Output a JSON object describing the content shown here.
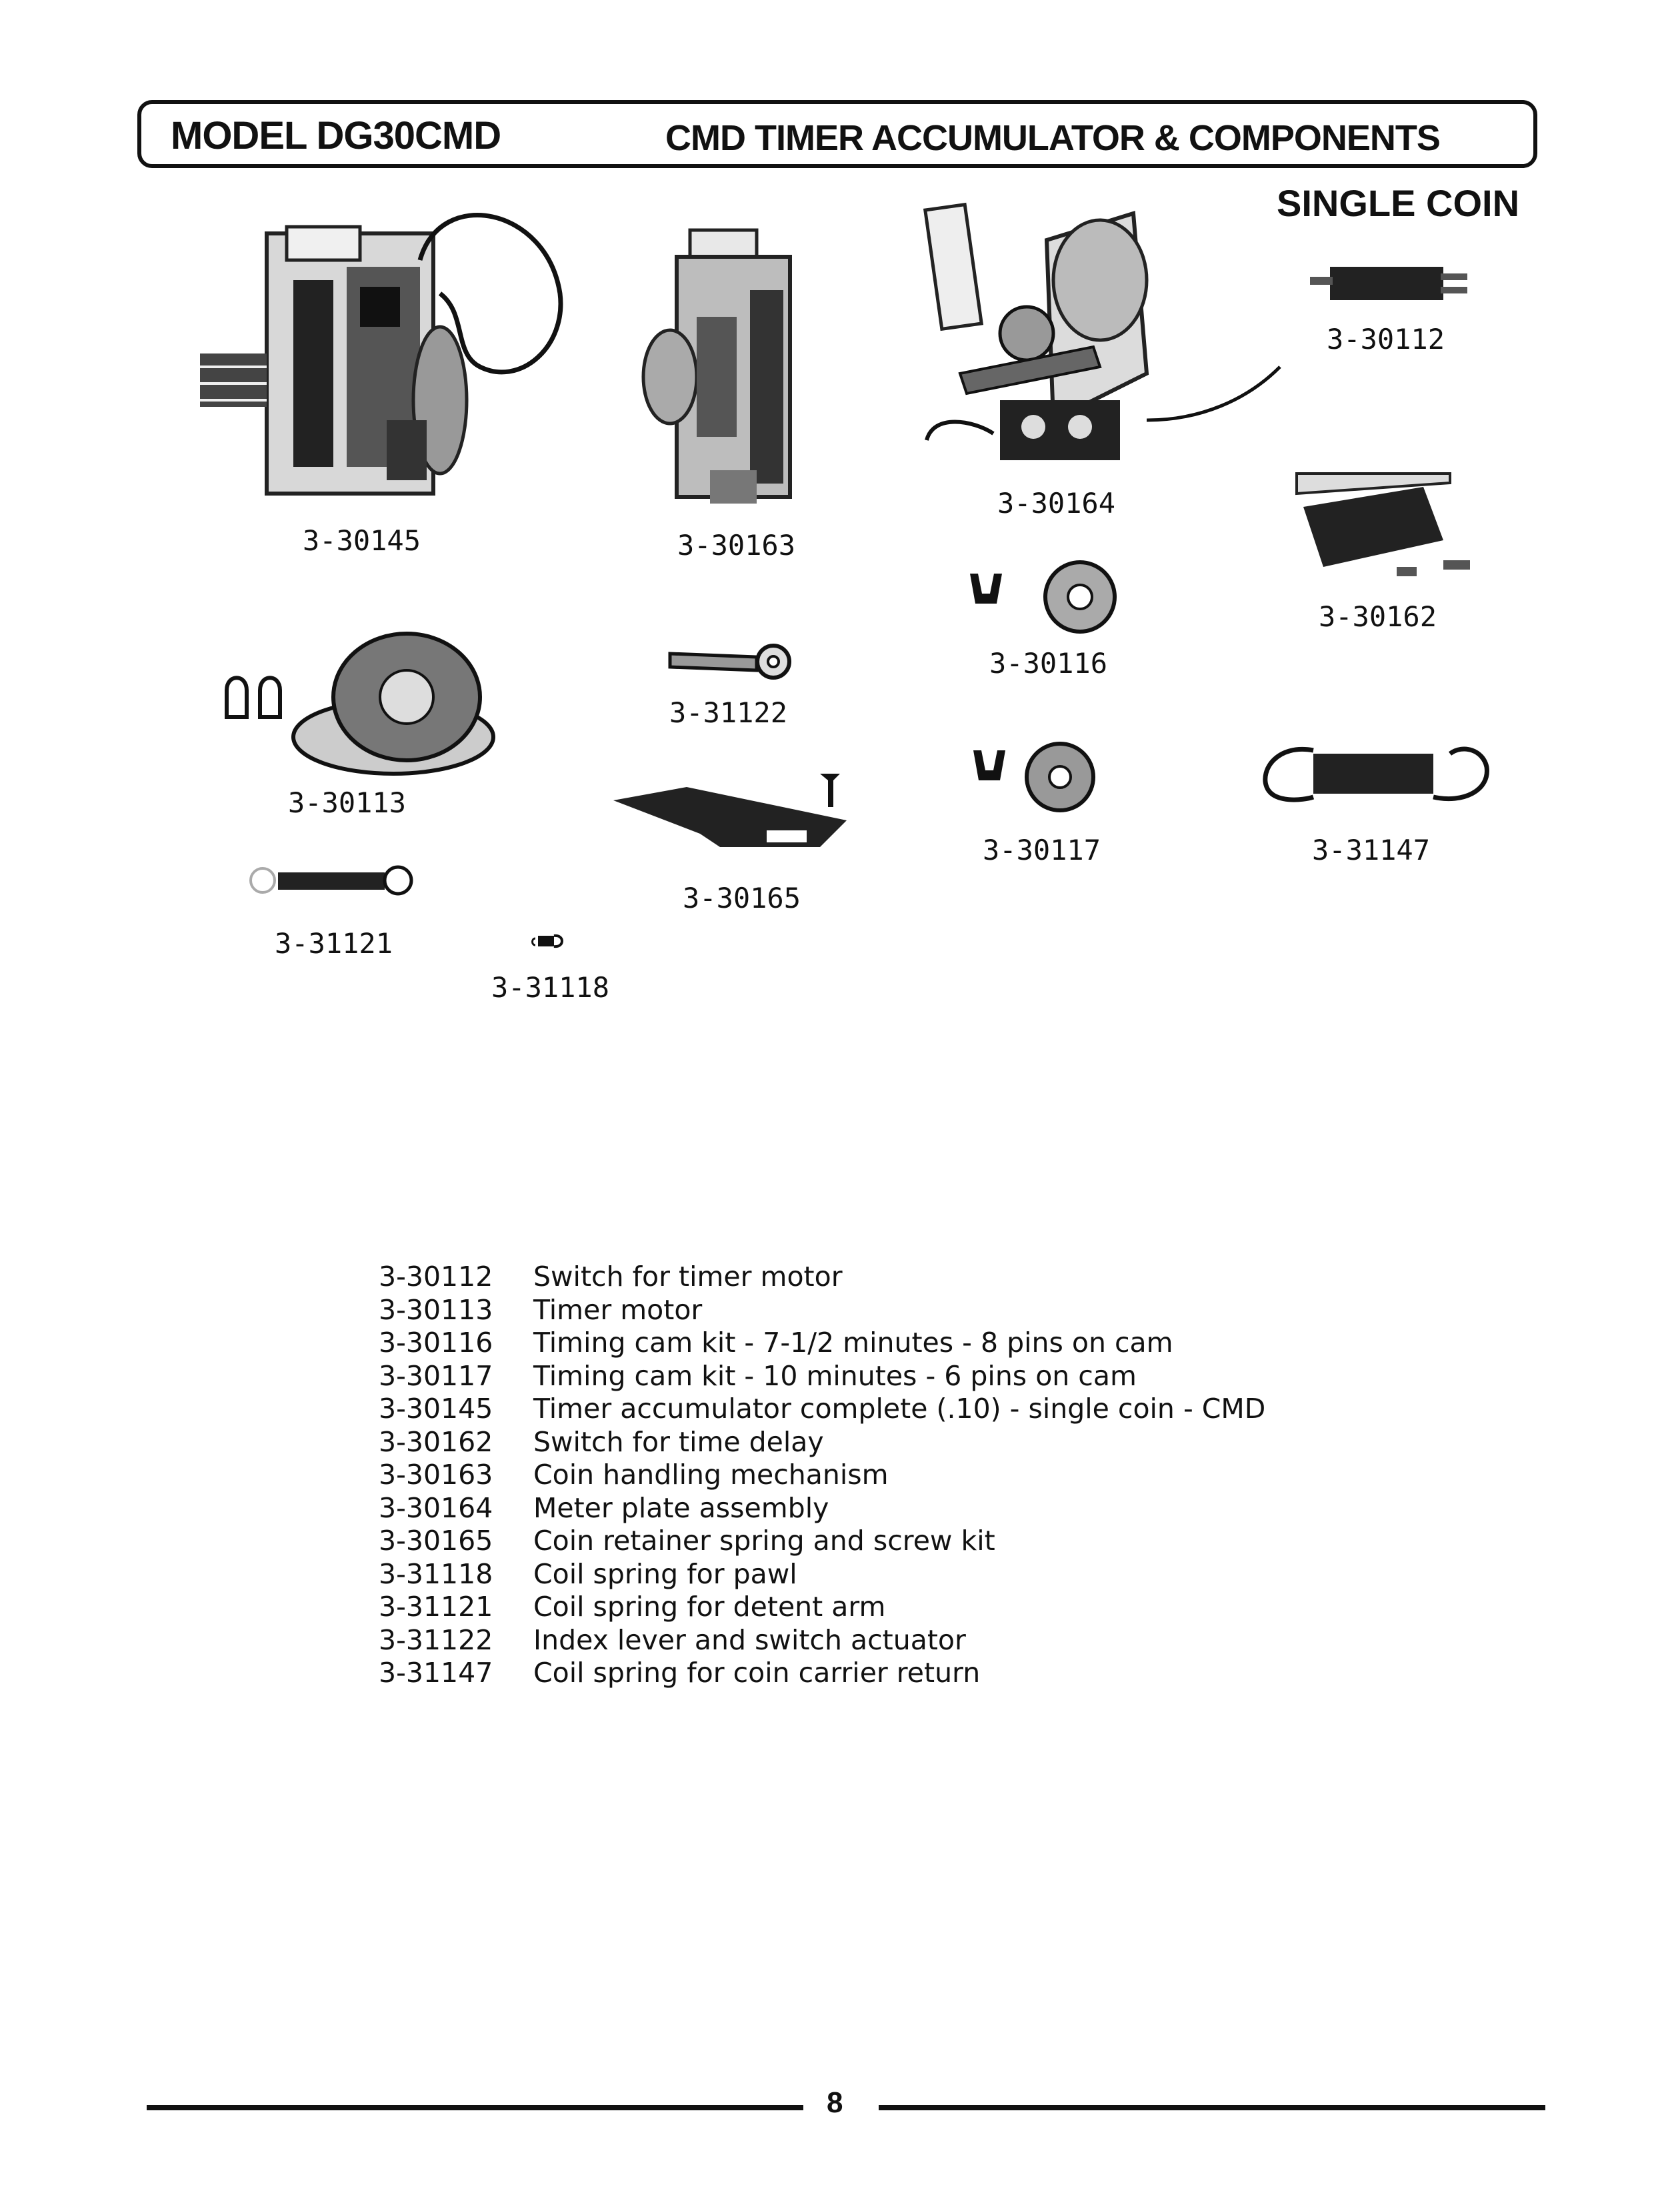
{
  "header": {
    "model": "MODEL DG30CMD",
    "title": "CMD TIMER ACCUMULATOR & COMPONENTS",
    "subtitle": "SINGLE COIN"
  },
  "figure_labels": {
    "p30145": "3-30145",
    "p30163": "3-30163",
    "p30164": "3-30164",
    "p30112": "3-30112",
    "p30162": "3-30162",
    "p30116": "3-30116",
    "p30113": "3-30113",
    "p31122": "3-31122",
    "p30117": "3-30117",
    "p31147": "3-31147",
    "p30165": "3-30165",
    "p31121": "3-31121",
    "p31118": "3-31118"
  },
  "parts": [
    {
      "number": "3-30112",
      "description": "Switch for timer motor"
    },
    {
      "number": "3-30113",
      "description": "Timer motor"
    },
    {
      "number": "3-30116",
      "description": "Timing cam kit - 7-1/2 minutes - 8 pins on cam"
    },
    {
      "number": "3-30117",
      "description": "Timing cam kit - 10 minutes - 6 pins on cam"
    },
    {
      "number": "3-30145",
      "description": "Timer accumulator complete (.10) - single coin - CMD"
    },
    {
      "number": "3-30162",
      "description": "Switch for time delay"
    },
    {
      "number": "3-30163",
      "description": "Coin handling mechanism"
    },
    {
      "number": "3-30164",
      "description": "Meter plate assembly"
    },
    {
      "number": "3-30165",
      "description": "Coin retainer spring and screw kit"
    },
    {
      "number": "3-31118",
      "description": "Coil spring for pawl"
    },
    {
      "number": "3-31121",
      "description": "Coil spring for detent arm"
    },
    {
      "number": "3-31122",
      "description": "Index lever and switch actuator"
    },
    {
      "number": "3-31147",
      "description": "Coil spring for coin carrier return"
    }
  ],
  "footer": {
    "page_number": "8"
  }
}
